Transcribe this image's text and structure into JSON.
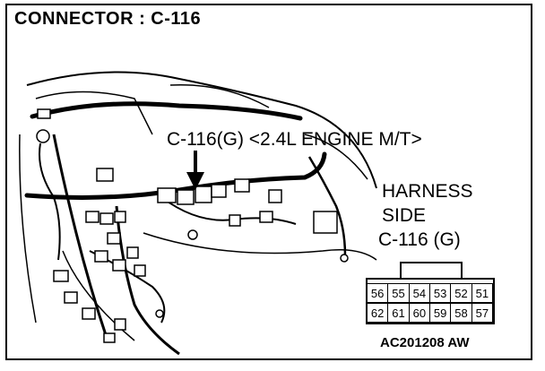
{
  "title": "CONNECTOR : C-116",
  "callout_label": "C-116(G) <2.4L ENGINE M/T>",
  "harness_label": {
    "line1": "HARNESS",
    "line2": "SIDE",
    "line3": "C-116 (G)"
  },
  "connector_pins": {
    "top_row": [
      "56",
      "55",
      "54",
      "53",
      "52",
      "51"
    ],
    "bottom_row": [
      "62",
      "61",
      "60",
      "59",
      "58",
      "57"
    ]
  },
  "figure_code": "AC201208 AW",
  "colors": {
    "ink": "#000000",
    "paper": "#ffffff"
  }
}
